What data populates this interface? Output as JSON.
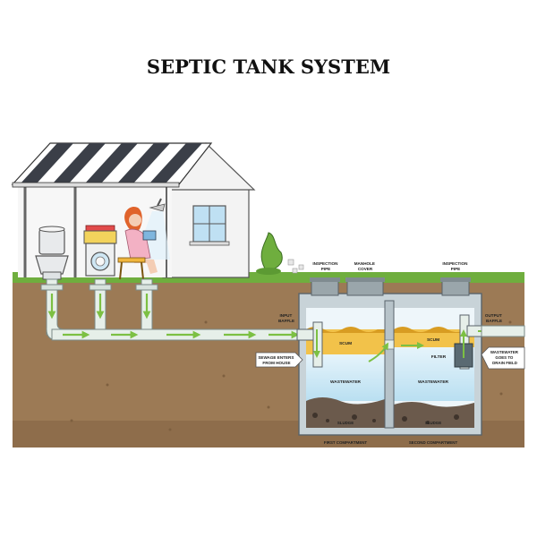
{
  "title": "SEPTIC TANK SYSTEM",
  "labels": {
    "inspection_pipe_1": [
      "INSPECTION",
      "PIPE"
    ],
    "manhole_cover": [
      "MANHOLE",
      "COVER"
    ],
    "inspection_pipe_2": [
      "INSPECTION",
      "PIPE"
    ],
    "input_baffle": [
      "INPUT",
      "BAFFLE"
    ],
    "output_baffle": [
      "OUTPUT",
      "BAFFLE"
    ],
    "sewage_enters": [
      "SEWAGE ENTERS",
      "FROM HOUSE"
    ],
    "wastewater_goes": [
      "WASTEWATER",
      "GOES TO",
      "DRAIN FIELD"
    ],
    "scum_1": "SCUM",
    "scum_2": "SCUM",
    "filter": "FILTER",
    "wastewater_1": "WASTEWATER",
    "wastewater_2": "WASTEWATER",
    "sludge_1": "SLUDGE",
    "sludge_2": "SLUDGE",
    "first_compartment": "FIRST COMPARTMENT",
    "second_compartment": "SECOND COMPARTMENT"
  },
  "colors": {
    "soil": "#9c7a55",
    "soil_dark": "#8a6a48",
    "grass": "#6fae3e",
    "scum": "#f2c24a",
    "wastewater": "#cde8f5",
    "wastewater_light": "#e6f4fb",
    "tank": "#b7c3c9",
    "pipe": "#e6efe9",
    "arrow": "#7cc043",
    "house": "#f3f3f3",
    "awning_dark": "#3b3f48"
  },
  "icons": [
    "toilet-icon",
    "washing-machine-icon",
    "shower-icon",
    "person-reading-icon",
    "stool-icon",
    "window-icon",
    "bush-icon",
    "flow-arrow-icon"
  ]
}
